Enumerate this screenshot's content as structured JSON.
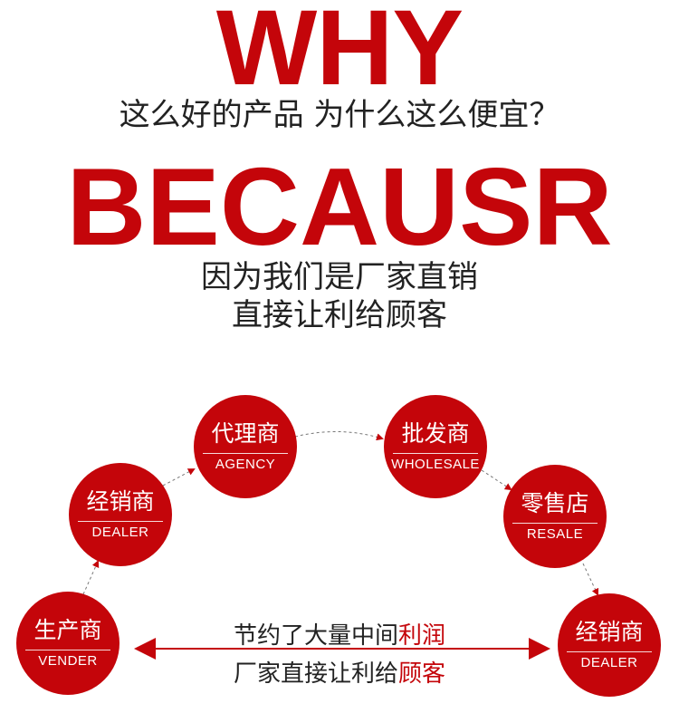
{
  "headline": {
    "why": "WHY",
    "question": "这么好的产品 为什么这么便宜？",
    "because": "BECAUSR",
    "answer_line1": "因为我们是厂家直销",
    "answer_line2": "直接让利给顾客"
  },
  "nodes": [
    {
      "zh": "生产商",
      "en": "VENDER"
    },
    {
      "zh": "经销商",
      "en": "DEALER"
    },
    {
      "zh": "代理商",
      "en": "AGENCY"
    },
    {
      "zh": "批发商",
      "en": "WHOLESALE"
    },
    {
      "zh": "零售店",
      "en": "RESALE"
    },
    {
      "zh": "经销商",
      "en": "DEALER"
    }
  ],
  "middle": {
    "line1_prefix": "节约了大量中间",
    "line1_highlight": "利润",
    "line2_prefix": "厂家直接让利给",
    "line2_highlight": "顾客"
  },
  "colors": {
    "brand_red": "#c4050a"
  }
}
